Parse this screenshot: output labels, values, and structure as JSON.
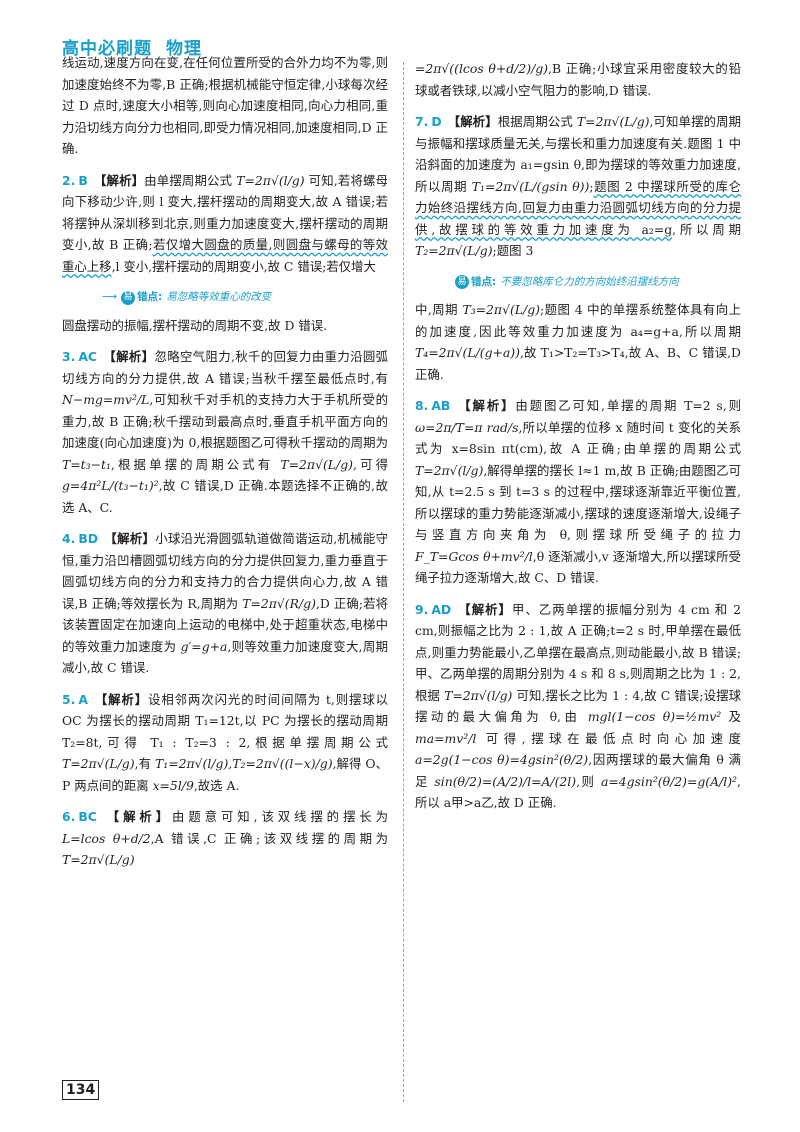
{
  "header": {
    "book": "高中必刷题",
    "subject": "物理"
  },
  "page_number": "134",
  "notes": {
    "label": "错点:",
    "badge": "易",
    "q2": "易忽略等效重心的改变",
    "q7": "不要忽略库仑力的方向始终沿摆线方向"
  },
  "left": {
    "p1": "线运动,速度方向在变,在任何位置所受的合外力均不为零,则加速度始终不为零,B 正确;根据机械能守恒定律,小球每次经过 D 点时,速度大小相等,则向心加速度相同,向心力相同,重力沿切线方向分力也相同,即受力情况相同,加速度相同,D 正确.",
    "q2": {
      "num": "2.",
      "ans": "B",
      "tag": "【解析】",
      "t1": "由单摆周期公式 ",
      "f1": "T=2π√(l/g)",
      "t2": " 可知,若将螺母向下移动少许,则 l 变大,摆杆摆动的周期变大,故 A 错误;若将摆钟从深圳移到北京,则重力加速度变大,摆杆摆动的周期变小,故 B 正确;",
      "wavy": "若仅增大圆盘的质量,则圆盘与螺母的等效重心上移",
      "t3": ",l 变小,摆杆摆动的周期变小,故 C 错误;若仅增大",
      "t4": "圆盘摆动的振幅,摆杆摆动的周期不变,故 D 错误."
    },
    "q3": {
      "num": "3.",
      "ans": "AC",
      "tag": "【解析】",
      "t1": "忽略空气阻力,秋千的回复力由重力沿圆弧切线方向的分力提供,故 A 错误;当秋千摆至最低点时,有 ",
      "f1": "N−mg=mv²/L",
      "t2": ",可知秋千对手机的支持力大于手机所受的重力,故 B 正确;秋千摆动到最高点时,垂直手机平面方向的加速度(向心加速度)为 0,根据题图乙可得秋千摆动的周期为 ",
      "f2": "T=t₃−t₁",
      "t3": ",根据单摆的周期公式有 ",
      "f3": "T=2π√(L/g)",
      "t4": ",可得 ",
      "f4": "g=4π²L/(t₃−t₁)²",
      "t5": ",故 C 错误,D 正确.本题选择不正确的,故选 A、C."
    },
    "q4": {
      "num": "4.",
      "ans": "BD",
      "tag": "【解析】",
      "t1": "小球沿光滑圆弧轨道做简谐运动,机械能守恒,重力沿凹槽圆弧切线方向的分力提供回复力,重力垂直于圆弧切线方向的分力和支持力的合力提供向心力,故 A 错误,B 正确;等效摆长为 R,周期为 ",
      "f1": "T=2π√(R/g)",
      "t2": ",D 正确;若将该装置固定在加速向上运动的电梯中,处于超重状态,电梯中的等效重力加速度为 ",
      "f2": "g′=g+a",
      "t3": ",则等效重力加速度变大,周期减小,故 C 错误."
    },
    "q5": {
      "num": "5.",
      "ans": "A",
      "tag": "【解析】",
      "t1": "设相邻两次闪光的时间间隔为 t,则摆球以 OC 为摆长的摆动周期 T₁=12t,以 PC 为摆长的摆动周期 T₂=8t,可得 T₁ : T₂=3 : 2,根据单摆周期公式 ",
      "f1": "T=2π√(L/g)",
      "t2": ",有 ",
      "f2": "T₁=2π√(l/g),T₂=2π√((l−x)/g)",
      "t3": ",解得 O、P 两点间的距离 ",
      "f3": "x=5l/9",
      "t4": ",故选 A."
    },
    "q6": {
      "num": "6.",
      "ans": "BC",
      "tag": "【解析】",
      "t1": "由题意可知,该双线摆的摆长为 ",
      "f1": "L=lcos θ+d/2",
      "t2": ",A 错误,C 正确;该双线摆的周期为 ",
      "f2": "T=2π√(L/g)"
    }
  },
  "right": {
    "p0a": "=2π√((lcos θ+d/2)/g)",
    "p0b": ",B 正确;小球宜采用密度较大的铅球或者铁球,以减小空气阻力的影响,D 错误.",
    "q7": {
      "num": "7.",
      "ans": "D",
      "tag": "【解析】",
      "t1": "根据周期公式 ",
      "f1": "T=2π√(L/g)",
      "t2": ",可知单摆的周期与振幅和摆球质量无关,与摆长和重力加速度有关.题图 1 中沿斜面的加速度为 a₁=gsin θ,即为摆球的等效重力加速度,所以周期 ",
      "f2": "T₁=2π√(L/(gsin θ))",
      "t3": ";",
      "wavy": "题图 2 中摆球所受的库仑力始终沿摆线方向,回复力由重力沿圆弧切线方向的分力提供,故摆球的等效重力加速度为 a₂=g",
      "t4": ",所以周期 ",
      "f3": "T₂=2π√(L/g)",
      "t5": ";题图 3",
      "t6": "中,周期 ",
      "f4": "T₃=2π√(L/g)",
      "t7": ";题图 4 中的单摆系统整体具有向上的加速度,因此等效重力加速度为 a₄=g+a,所以周期 ",
      "f5": "T₄=2π√(L/(g+a))",
      "t8": ",故 T₁>T₂=T₃>T₄,故 A、B、C 错误,D 正确."
    },
    "q8": {
      "num": "8.",
      "ans": "AB",
      "tag": "【解析】",
      "t1": "由题图乙可知,单摆的周期 T=2 s,则 ",
      "f1": "ω=2π/T=π rad/s",
      "t2": ",所以单摆的位移 x 随时间 t 变化的关系式为 x=8sin πt(cm),故 A 正确;由单摆的周期公式 ",
      "f2": "T=2π√(l/g)",
      "t3": ",解得单摆的摆长 l≈1 m,故 B 正确;由题图乙可知,从 t=2.5 s 到 t=3 s 的过程中,摆球逐渐靠近平衡位置,所以摆球的重力势能逐渐减小,摆球的速度逐渐增大,设绳子与竖直方向夹角为 θ,则摆球所受绳子的拉力 ",
      "f3": "F_T=Gcos θ+mv²/l",
      "t4": ",θ 逐渐减小,v 逐渐增大,所以摆球所受绳子拉力逐渐增大,故 C、D 错误."
    },
    "q9": {
      "num": "9.",
      "ans": "AD",
      "tag": "【解析】",
      "t1": "甲、乙两单摆的振幅分别为 4 cm 和 2 cm,则振幅之比为 2 : 1,故 A 正确;t=2 s 时,甲单摆在最低点,则重力势能最小,乙单摆在最高点,则动能最小,故 B 错误;甲、乙两单摆的周期分别为 4 s 和 8 s,则周期之比为 1 : 2,根据 ",
      "f1": "T=2π√(l/g)",
      "t2": " 可知,摆长之比为 1 : 4,故 C 错误;设摆球摆动的最大偏角为 θ,由 ",
      "f2": "mgl(1−cos θ)=½mv²",
      "t3": " 及 ",
      "f3": "ma=mv²/l",
      "t4": " 可得,摆球在最低点时向心加速度 ",
      "f4": "a=2g(1−cos θ)=4gsin²(θ/2)",
      "t5": ",因两摆球的最大偏角 θ 满足 ",
      "f5": "sin(θ/2)=(A/2)/l=A/(2l)",
      "t6": ",则 ",
      "f6": "a=4gsin²(θ/2)=g(A/l)²",
      "t7": ",所以 a甲>a乙,故 D 正确."
    }
  }
}
